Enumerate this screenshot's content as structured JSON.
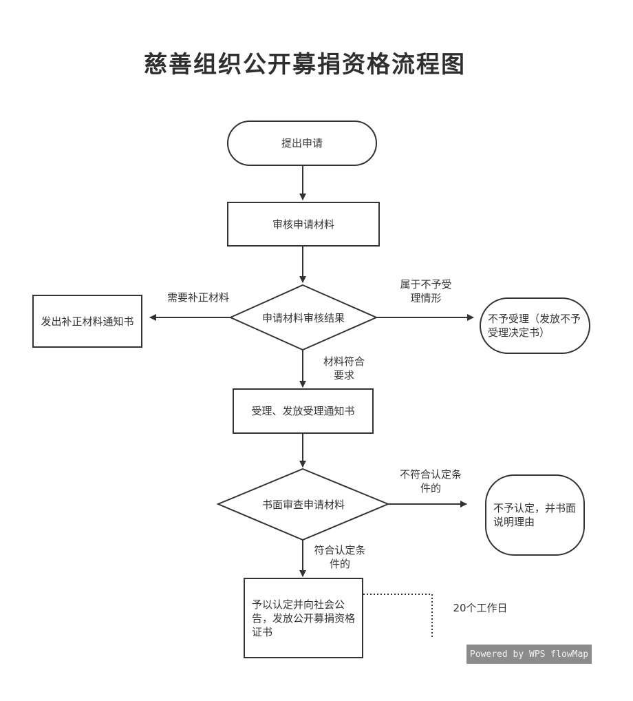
{
  "title": "慈善组织公开募捐资格流程图",
  "nodes": {
    "submit": "提出申请",
    "review_materials": "审核申请材料",
    "review_result": "申请材料审核结果",
    "correction_notice": "发出补正材料通知书",
    "reject": "不予受理（发放不予受理决定书）",
    "accept": "受理、发放受理通知书",
    "written_review": "书面审查申请材料",
    "not_recognized": "不予认定，并书面说明理由",
    "recognized": "予以认定并向社会公告，发放公开募捐资格证书"
  },
  "edge_labels": {
    "need_correction": "需要补正材料",
    "not_accepted": "属于不予受理情形",
    "meets_requirements": "材料符合要求",
    "not_meet_conditions": "不符合认定条件的",
    "meet_conditions": "符合认定条件的"
  },
  "annotations": {
    "deadline": "20个工作日"
  },
  "watermark": "Powered by WPS flowMap",
  "colors": {
    "stroke": "#333333",
    "badge_bg": "#8c8c8c",
    "text": "#333333"
  }
}
